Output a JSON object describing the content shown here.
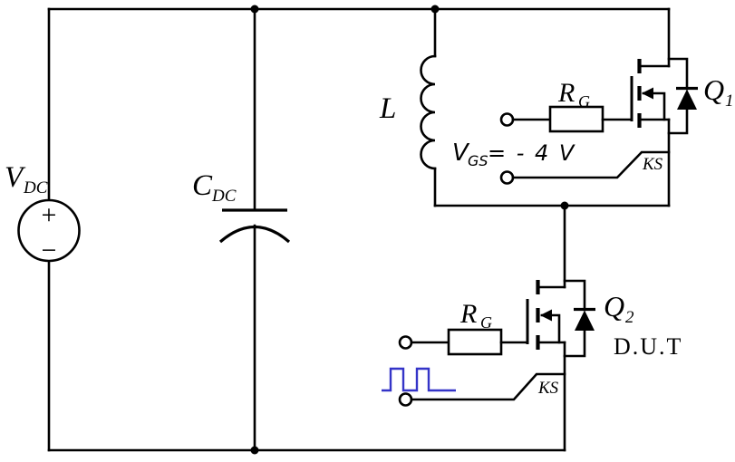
{
  "colors": {
    "wire": "#000000",
    "pulse_signal": "#3434c8",
    "background": "#ffffff",
    "text": "#000000"
  },
  "components": {
    "dc_source": {
      "label": "V",
      "label_sub": "DC",
      "plus": "+",
      "minus": "−"
    },
    "dc_link_capacitor": {
      "label": "C",
      "label_sub": "DC"
    },
    "load_inductor": {
      "label": "L"
    },
    "q1": {
      "label": "Q",
      "label_sub": "1",
      "gate_resistor_label": "R",
      "gate_resistor_sub": "G",
      "gate_bias_label": "V",
      "gate_bias_sub": "GS",
      "gate_bias_value": "= - 4 V",
      "kelvin_source_label": "KS"
    },
    "q2": {
      "label": "Q",
      "label_sub": "2",
      "gate_resistor_label": "R",
      "gate_resistor_sub": "G",
      "kelvin_source_label": "KS",
      "designation": "D.U.T"
    }
  }
}
